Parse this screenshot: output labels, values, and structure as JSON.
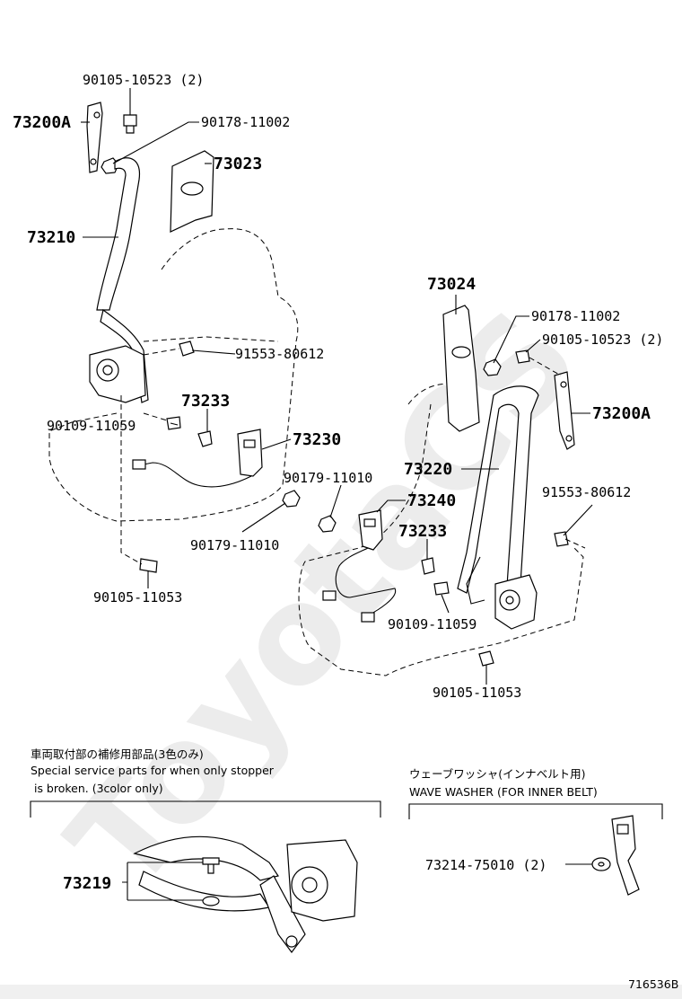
{
  "watermark": "ToyotaCS",
  "diagram_code": "716536B",
  "left_assembly": {
    "bolt_anchor_qty": "90105-10523 (2)",
    "adjuster": "73200A",
    "nut": "90178-11002",
    "pillar_cover": "73023",
    "belt": "73210",
    "retractor_bolt": "91553-80612",
    "cover": "73233",
    "lower_bolt": "90109-11059",
    "buckle": "73230",
    "buckle_nut": "90179-11010",
    "floor_bolt": "90105-11053"
  },
  "right_assembly": {
    "pillar_cover": "73024",
    "nut": "90178-11002",
    "bolt_anchor_qty": "90105-10523 (2)",
    "adjuster": "73200A",
    "belt": "73220",
    "retractor_bolt": "91553-80612",
    "buckle_nut": "90179-11010",
    "buckle": "73240",
    "cover": "73233",
    "lower_bolt": "90109-11059",
    "floor_bolt": "90105-11053"
  },
  "service_note": {
    "jp": "車両取付部の補修用部品(3色のみ)",
    "en_line1": "Special service parts for when only stopper",
    "en_line2": " is broken. (3color only)",
    "part": "73219"
  },
  "wave_washer": {
    "jp": "ウェーブワッシャ(インナベルト用)",
    "en": "WAVE WASHER (FOR INNER BELT)",
    "part": "73214-75010 (2)"
  }
}
